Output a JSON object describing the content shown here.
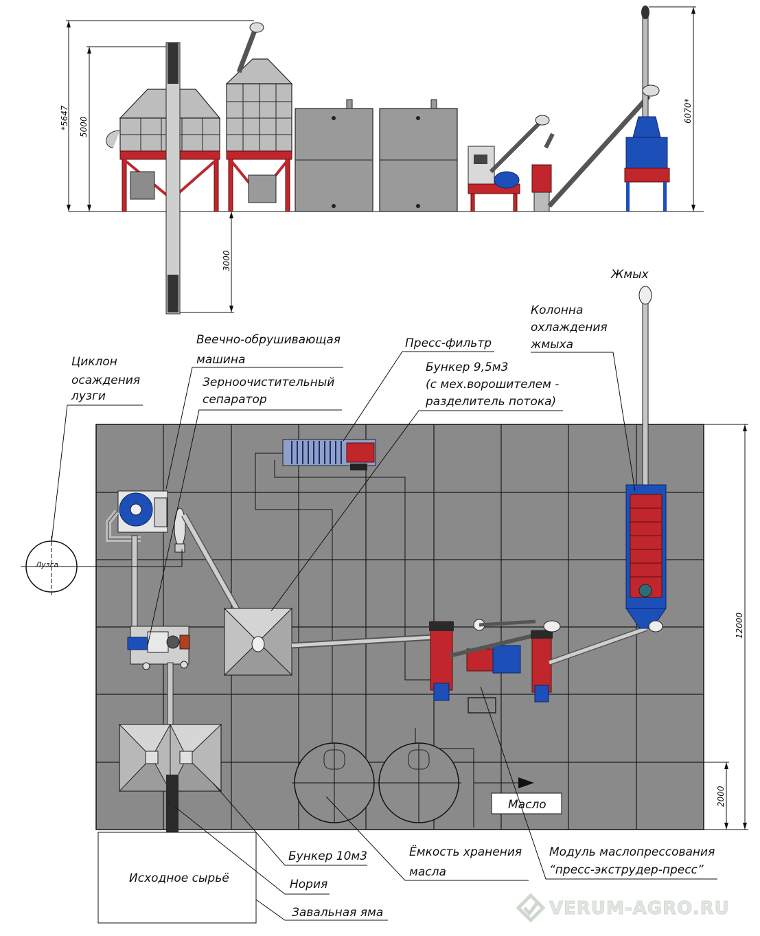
{
  "labels": {
    "zhmyh": "Жмых",
    "kolonna": [
      "Колонна",
      "охлаждения",
      "жмыха"
    ],
    "veechno": [
      "Веечно-обрушивающая",
      "машина"
    ],
    "pressfiltr": "Пресс-фильтр",
    "bunker95": [
      "Бункер 9,5м3",
      "(с мех.ворошителем -",
      "разделитель потока)"
    ],
    "ciklon": [
      "Циклон",
      "осаждения",
      "лузги"
    ],
    "zerno": [
      "Зерноочистительный",
      "сепаратор"
    ],
    "luzga": "Лузга",
    "maslo": "Масло",
    "bunker10": "Бункер 10м3",
    "emkost": [
      "Ёмкость хранения",
      "масла"
    ],
    "modul": [
      "Модуль маслопрессования",
      "“пресс-экструдер-пресс”"
    ],
    "ishodnoe": "Исходное сырьё",
    "noriya": "Нория",
    "zavalnaya": "Завальная яма"
  },
  "dimensions": {
    "d5647": "*5647",
    "d5000": "5000",
    "d3000": "3000",
    "d6070": "6070*",
    "d12000": "12000",
    "d2000": "2000"
  },
  "watermark": "VERUM-AGRO.RU",
  "colors": {
    "floor": "#8a8a8a",
    "grid": "#1a1a1a",
    "accent_red": "#c0262b",
    "accent_blue": "#1d4fb8",
    "watermark": "#cfd8cf"
  }
}
